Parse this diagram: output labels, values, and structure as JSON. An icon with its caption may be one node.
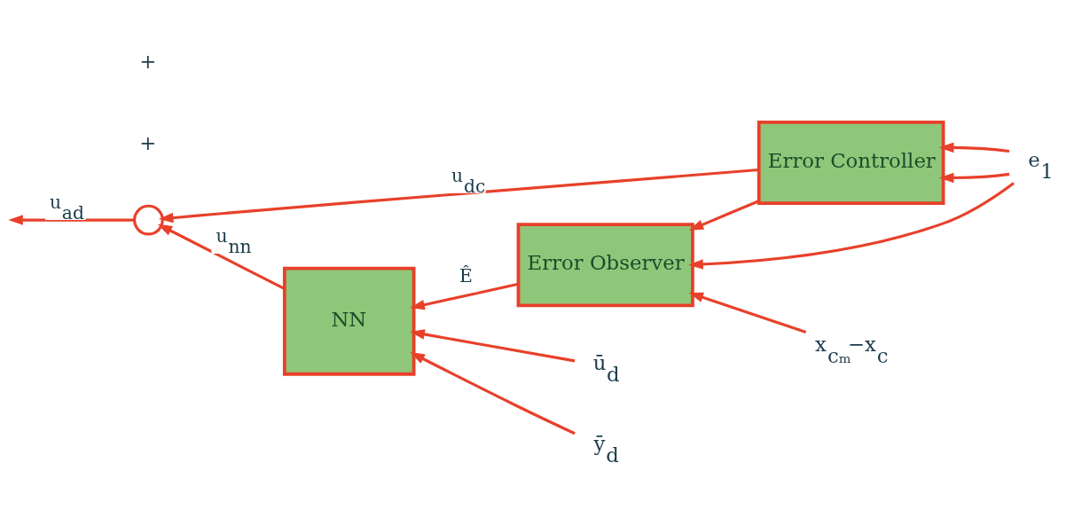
{
  "diagram": {
    "nodes": [
      {
        "text": [
          "NN"
        ]
      },
      {
        "text": [],
        "shape": "circle"
      },
      {
        "text": [
          "Error Controller"
        ]
      },
      {
        "text": [
          "Error Observer"
        ]
      },
      {
        "text": [
          "e$_{1}$"
        ]
      },
      {
        "text": [
          "ū$_{d}$"
        ]
      },
      {
        "text": [
          "ȳ$_{d}$"
        ]
      },
      {
        "text": [
          "x$_{cₘ}$−x$_{c}$"
        ]
      }
    ],
    "edges": [
      {
        "from": 0,
        "to": 1,
        "arrow": "to",
        "label": "u$_{nn}$"
      },
      {
        "from": 2,
        "to": 1,
        "arrow": "to",
        "label": "u$_{dc}$"
      },
      {
        "from": 1,
        "to": null,
        "arrow": "to",
        "label": "u$_{ad}$"
      },
      {
        "from": 2,
        "to": 3,
        "arrow": "to"
      },
      {
        "from": 4,
        "to": 2,
        "arrow": "to"
      },
      {
        "from": 4,
        "to": 2,
        "arrow": "to"
      },
      {
        "from": 4,
        "to": 3,
        "arrow": "to"
      },
      {
        "from": 5,
        "to": 0,
        "arrow": "to"
      },
      {
        "from": 6,
        "to": 0,
        "arrow": "to"
      },
      {
        "from": 7,
        "to": 3,
        "arrow": "to"
      },
      {
        "from": 3,
        "to": 0,
        "arrow": "to",
        "label": "Ê"
      }
    ],
    "labels": [
      "+",
      "+"
    ]
  }
}
